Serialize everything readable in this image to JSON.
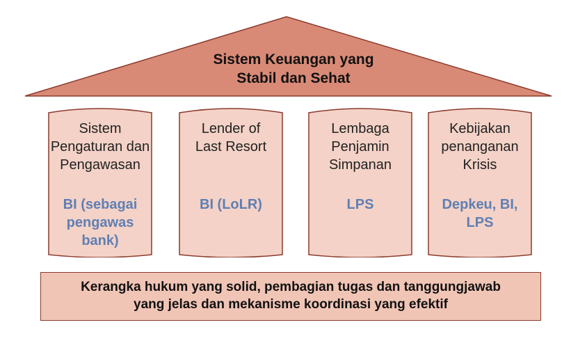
{
  "roof": {
    "title_line1": "Sistem Keuangan yang",
    "title_line2": "Stabil dan Sehat"
  },
  "pillars": [
    {
      "title": "Sistem\nPengaturan dan\nPengawasan",
      "owner": "BI (sebagai\npengawas\nbank)"
    },
    {
      "title": "Lender of\nLast Resort",
      "owner": "BI (LoLR)"
    },
    {
      "title": "Lembaga\nPenjamin\nSimpanan",
      "owner": "LPS"
    },
    {
      "title": "Kebijakan\npenanganan\nKrisis",
      "owner": "Depkeu, BI,\nLPS"
    }
  ],
  "foundation": {
    "text": "Kerangka hukum yang solid, pembagian tugas dan tanggungjawab\nyang jelas dan mekanisme koordinasi yang efektif"
  },
  "colors": {
    "roof_fill": "#d98a76",
    "roof_stroke": "#8a3a2c",
    "pillar_fill": "#f4d2c7",
    "pillar_stroke": "#8a3a2c",
    "owner_text": "#5f7fb3",
    "foundation_fill": "#f1c5b6"
  }
}
